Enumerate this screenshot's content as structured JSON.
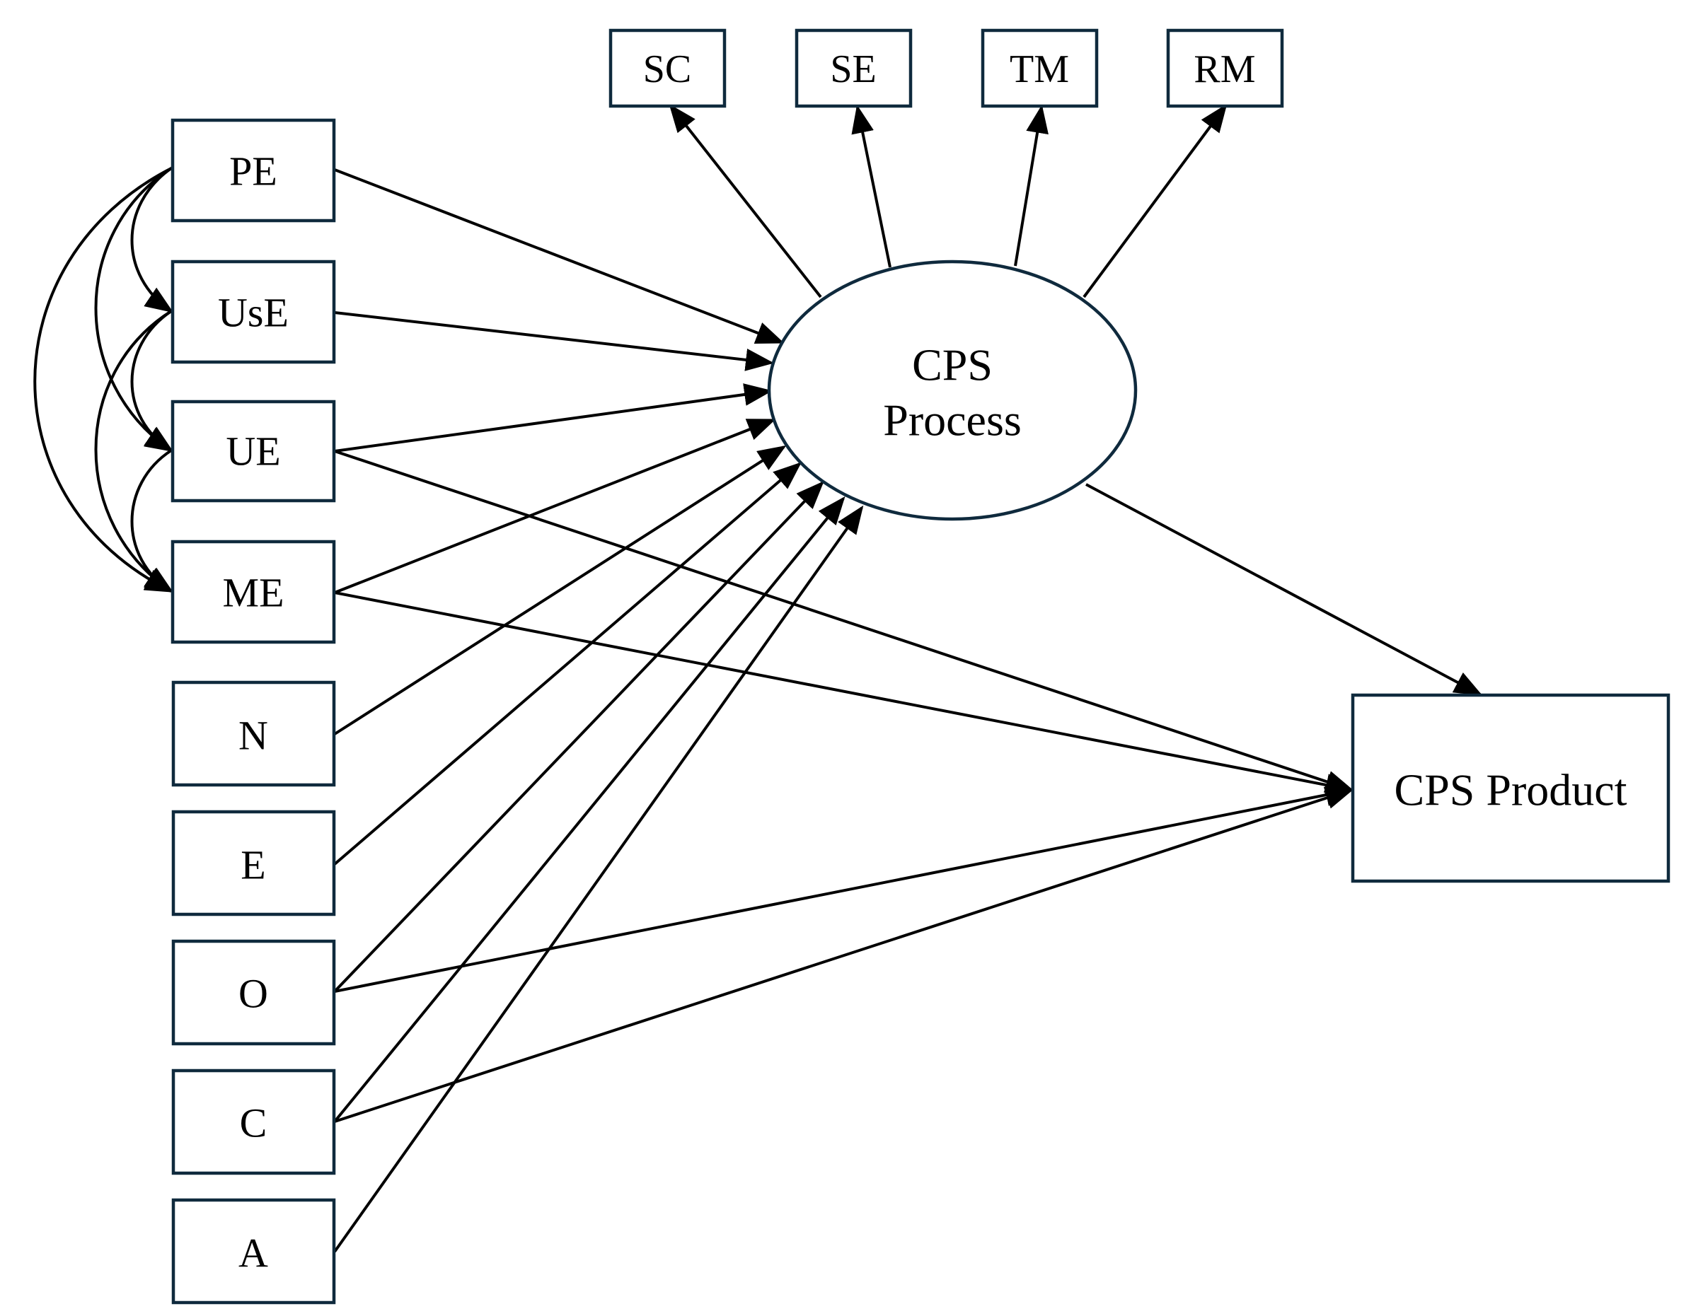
{
  "colors": {
    "box_stroke": "#0f2a3d",
    "arrow": "#000000",
    "background": "#ffffff"
  },
  "indicators": {
    "sc": "SC",
    "se": "SE",
    "tm": "TM",
    "rm": "RM"
  },
  "predictors": {
    "pe": "PE",
    "use": "UsE",
    "ue": "UE",
    "me": "ME",
    "n": "N",
    "e": "E",
    "o": "O",
    "c": "C",
    "a": "A"
  },
  "latent": {
    "line1": "CPS",
    "line2": "Process"
  },
  "outcome": {
    "label": "CPS Product"
  },
  "paths": [
    {
      "from": "PE",
      "to": "CPS Process"
    },
    {
      "from": "UsE",
      "to": "CPS Process"
    },
    {
      "from": "UE",
      "to": "CPS Process"
    },
    {
      "from": "ME",
      "to": "CPS Process"
    },
    {
      "from": "N",
      "to": "CPS Process"
    },
    {
      "from": "E",
      "to": "CPS Process"
    },
    {
      "from": "O",
      "to": "CPS Process"
    },
    {
      "from": "C",
      "to": "CPS Process"
    },
    {
      "from": "A",
      "to": "CPS Process"
    },
    {
      "from": "UE",
      "to": "CPS Product"
    },
    {
      "from": "ME",
      "to": "CPS Product"
    },
    {
      "from": "O",
      "to": "CPS Product"
    },
    {
      "from": "C",
      "to": "CPS Product"
    },
    {
      "from": "CPS Process",
      "to": "CPS Product"
    },
    {
      "from": "CPS Process",
      "to": "SC"
    },
    {
      "from": "CPS Process",
      "to": "SE"
    },
    {
      "from": "CPS Process",
      "to": "TM"
    },
    {
      "from": "CPS Process",
      "to": "RM"
    }
  ],
  "covariances": [
    {
      "between": [
        "PE",
        "UsE"
      ]
    },
    {
      "between": [
        "PE",
        "UE"
      ]
    },
    {
      "between": [
        "PE",
        "ME"
      ]
    },
    {
      "between": [
        "UsE",
        "UE"
      ]
    },
    {
      "between": [
        "UsE",
        "ME"
      ]
    },
    {
      "between": [
        "UE",
        "ME"
      ]
    }
  ]
}
